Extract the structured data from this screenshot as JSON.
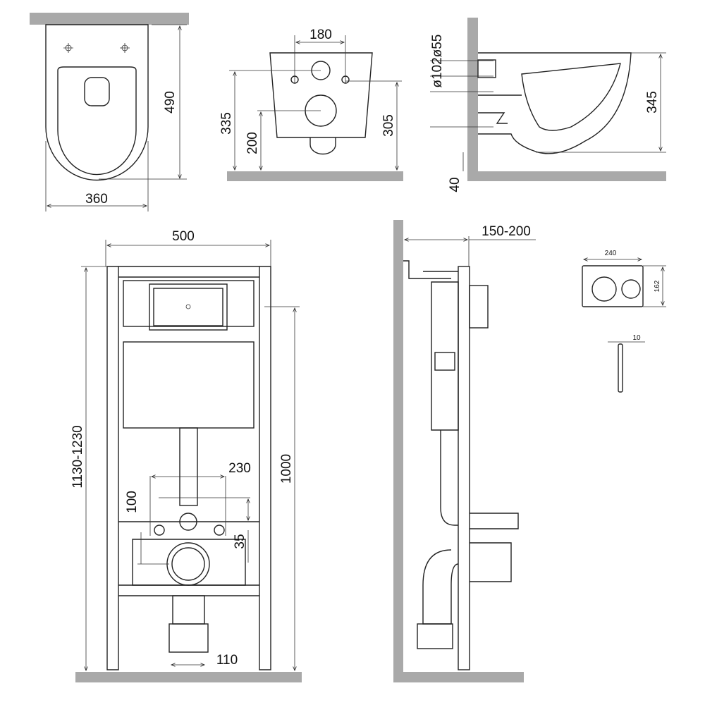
{
  "top_view": {
    "depth": "490",
    "width": "360"
  },
  "front_view": {
    "hole_spacing": "180",
    "height_to_holes": "335",
    "height_to_outlet": "200",
    "height_to_bolts": "305"
  },
  "side_view": {
    "inlet_diameter": "ø55",
    "outlet_diameter": "ø102",
    "rim_height": "345",
    "floor_gap": "40"
  },
  "frame_front": {
    "width": "500",
    "total_height": "1130-1230",
    "bolt_height": "1000",
    "bolt_spacing": "230",
    "inlet_offset": "100",
    "outlet_offset": "35",
    "drain_offset": "110"
  },
  "frame_side": {
    "wall_depth": "150-200"
  },
  "flush_plate": {
    "width": "240",
    "height": "162",
    "thickness": "10"
  },
  "colors": {
    "floor": "#a9a9a9",
    "line": "#222222"
  }
}
